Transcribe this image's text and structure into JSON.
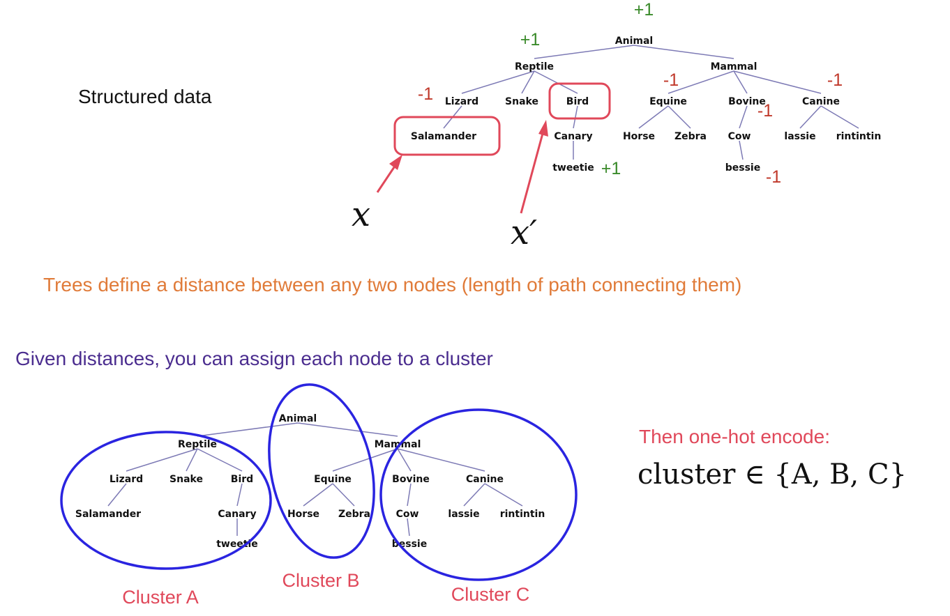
{
  "top_label": "Structured data",
  "distance_caption": "Trees define a distance between any two nodes (length of path connecting them)",
  "cluster_caption": "Given distances, you can assign each node to a cluster",
  "encode_caption": "Then one-hot encode:",
  "encode_formula": "cluster ∈ {A, B, C}",
  "math_x": "x",
  "math_x_prime": "x′",
  "tree": {
    "nodes": [
      "Animal",
      "Reptile",
      "Mammal",
      "Lizard",
      "Snake",
      "Bird",
      "Equine",
      "Bovine",
      "Canine",
      "Salamander",
      "Canary",
      "tweetie",
      "Horse",
      "Zebra",
      "Cow",
      "bessie",
      "lassie",
      "rintintin"
    ],
    "edges": [
      [
        "Animal",
        "Reptile"
      ],
      [
        "Animal",
        "Mammal"
      ],
      [
        "Reptile",
        "Lizard"
      ],
      [
        "Reptile",
        "Snake"
      ],
      [
        "Reptile",
        "Bird"
      ],
      [
        "Mammal",
        "Equine"
      ],
      [
        "Mammal",
        "Bovine"
      ],
      [
        "Mammal",
        "Canine"
      ],
      [
        "Lizard",
        "Salamander"
      ],
      [
        "Bird",
        "Canary"
      ],
      [
        "Canary",
        "tweetie"
      ],
      [
        "Equine",
        "Horse"
      ],
      [
        "Equine",
        "Zebra"
      ],
      [
        "Bovine",
        "Cow"
      ],
      [
        "Cow",
        "bessie"
      ],
      [
        "Canine",
        "lassie"
      ],
      [
        "Canine",
        "rintintin"
      ]
    ]
  },
  "path_weights": [
    {
      "node": "Animal",
      "text": "+1",
      "sign": "plus"
    },
    {
      "node": "Reptile",
      "text": "+1",
      "sign": "plus"
    },
    {
      "node": "Lizard",
      "text": "-1",
      "sign": "minus"
    },
    {
      "node": "Equine",
      "text": "-1",
      "sign": "minus"
    },
    {
      "node": "Bovine",
      "text": "-1",
      "sign": "minus"
    },
    {
      "node": "Canine",
      "text": "-1",
      "sign": "minus"
    },
    {
      "node": "tweetie",
      "text": "+1",
      "sign": "plus"
    },
    {
      "node": "bessie",
      "text": "-1",
      "sign": "minus"
    }
  ],
  "clusters": [
    {
      "id": "A",
      "label": "Cluster A"
    },
    {
      "id": "B",
      "label": "Cluster B"
    },
    {
      "id": "C",
      "label": "Cluster C"
    }
  ],
  "colors": {
    "plus": "#3a8a2a",
    "minus": "#c0392b",
    "highlight": "#e0485a",
    "cluster_outline": "#2a24e0",
    "edge": "#7d7ab5",
    "orange_text": "#e07b39",
    "purple_text": "#4b2d8f"
  }
}
